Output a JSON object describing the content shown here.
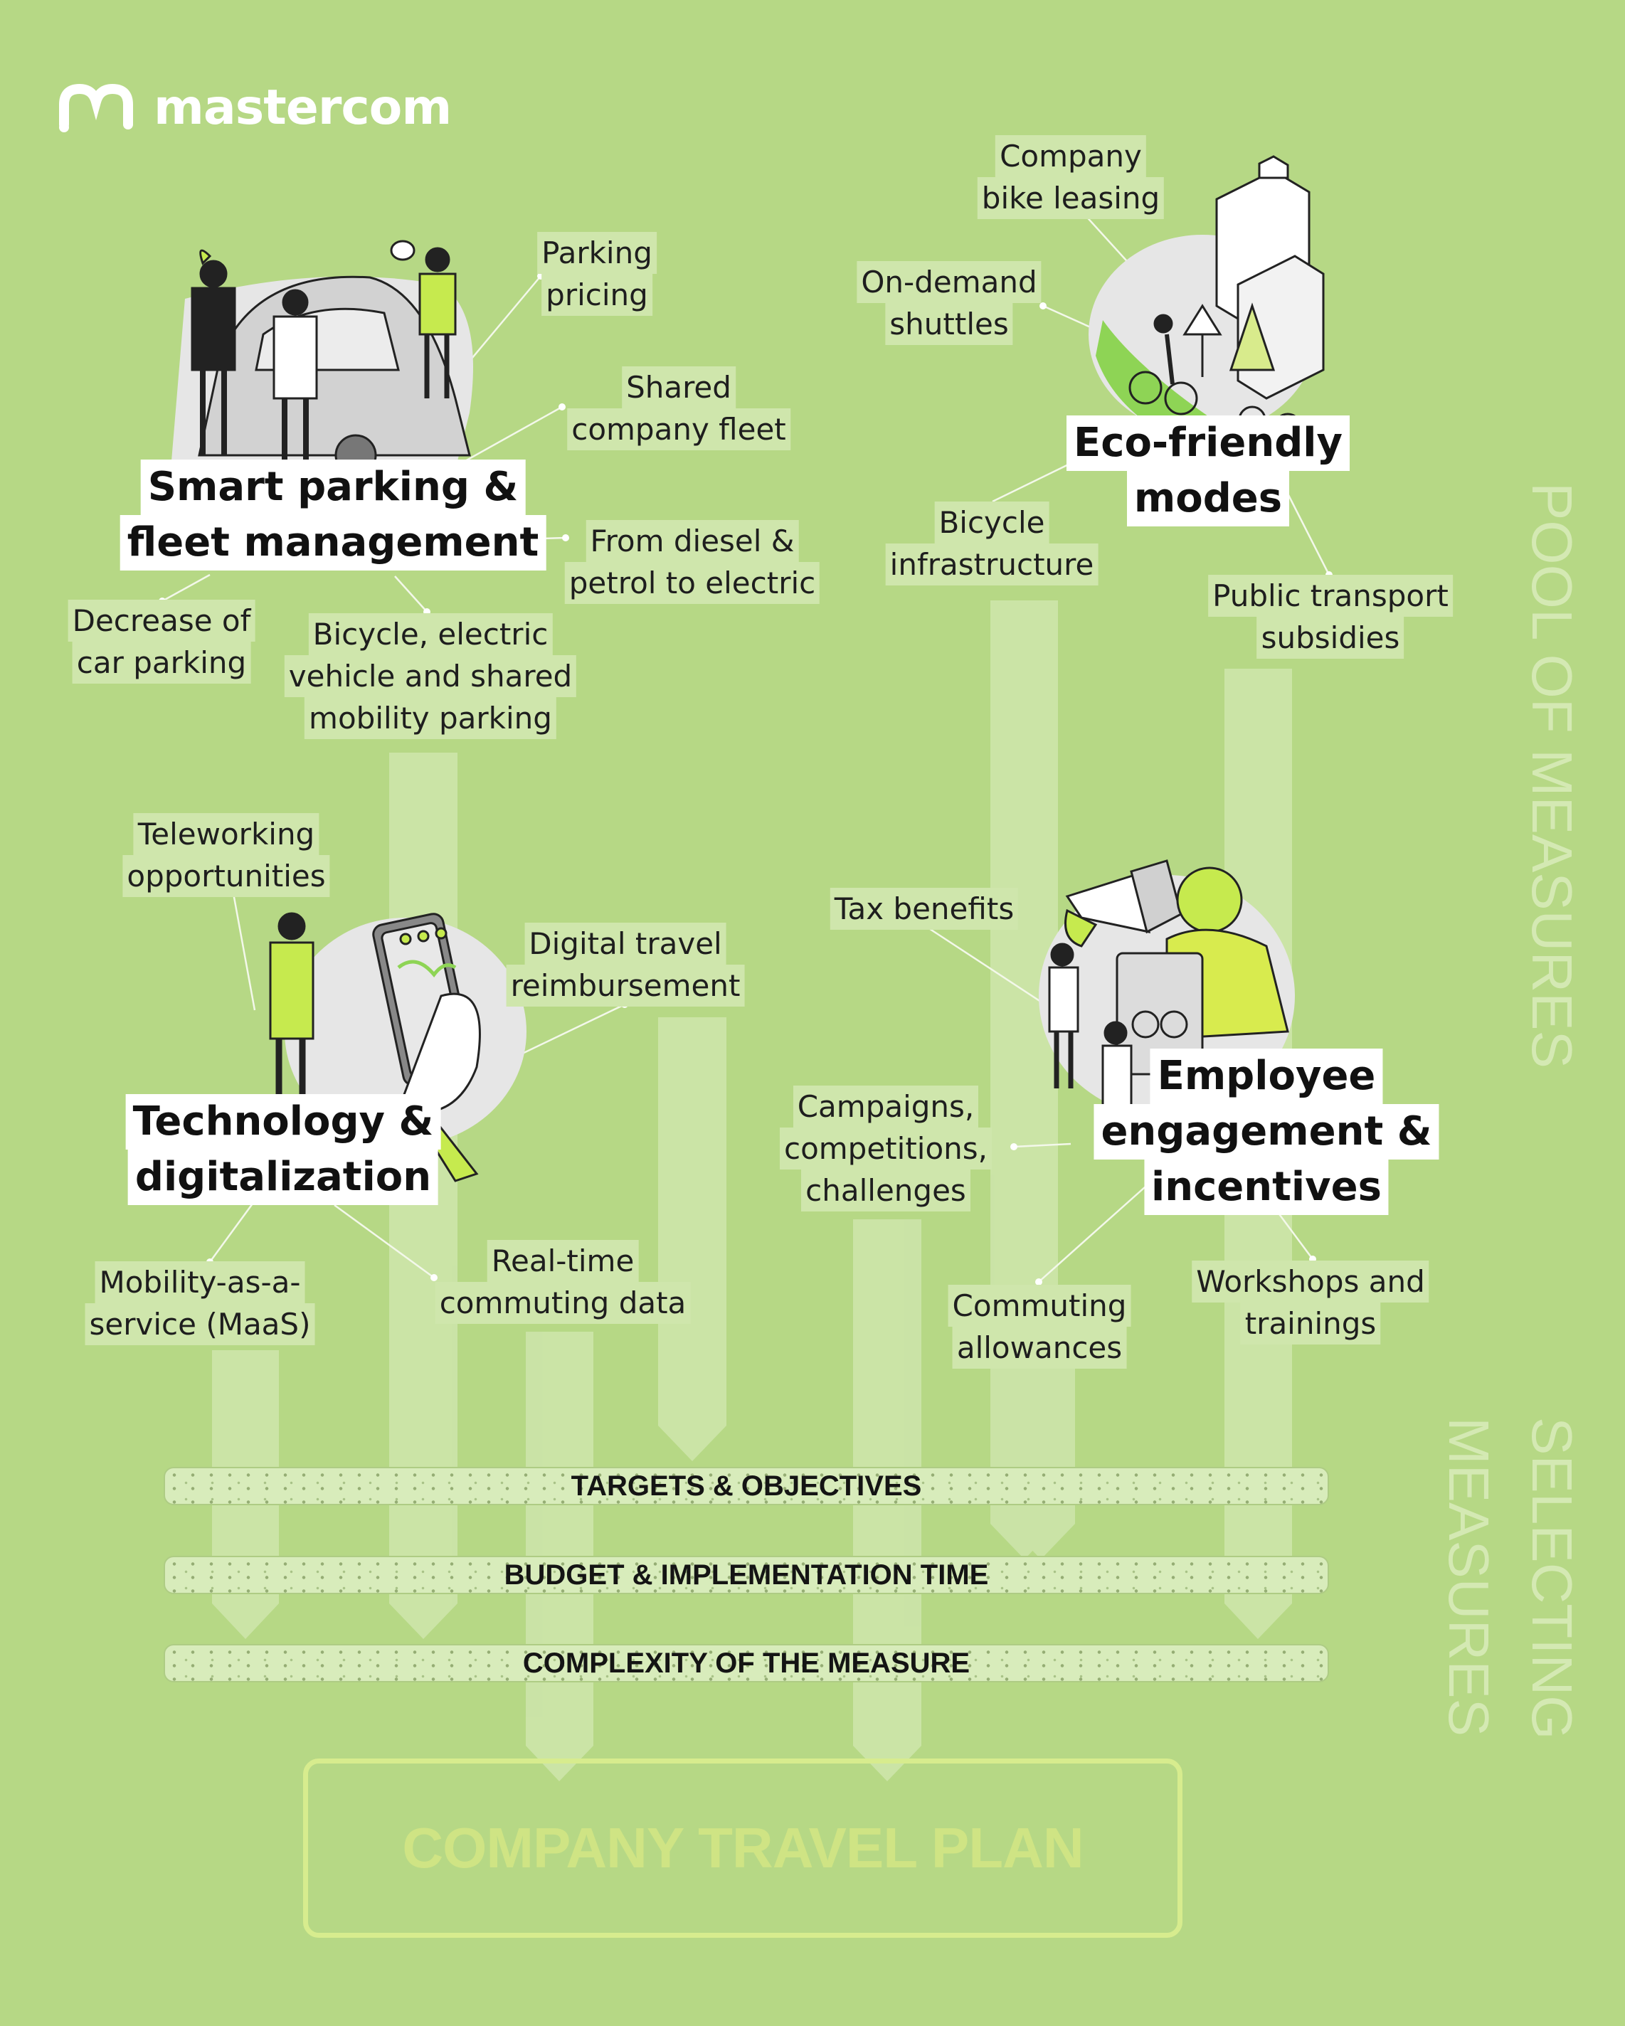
{
  "brand": {
    "name": "mastercom",
    "logo": "mastercom-m-logo",
    "color": "#ffffff"
  },
  "colors": {
    "background": "#b6d885",
    "label_bg": "#cfe6ac",
    "hub_bg": "#ffffff",
    "arrow": "#cde5aa",
    "plan_border": "#d7ec8e"
  },
  "side_labels": {
    "pool": "POOL OF MEASURES",
    "selecting_1": "SELECTING",
    "selecting_2": "MEASURES"
  },
  "hubs": {
    "parking": [
      "Smart parking &",
      "fleet management"
    ],
    "eco": [
      "Eco-friendly",
      "modes"
    ],
    "tech": [
      "Technology &",
      "digitalization"
    ],
    "employee": [
      "Employee",
      "engagement &",
      "incentives"
    ]
  },
  "measures": {
    "parking_pricing": [
      "Parking",
      "pricing"
    ],
    "shared_fleet": [
      "Shared",
      "company fleet"
    ],
    "diesel_electric": [
      "From diesel &",
      "petrol to electric"
    ],
    "decrease_parking": [
      "Decrease of",
      "car parking"
    ],
    "bicycle_parking": [
      "Bicycle, electric",
      "vehicle and shared",
      "mobility parking"
    ],
    "bike_leasing": [
      "Company",
      "bike leasing"
    ],
    "shuttles": [
      "On-demand",
      "shuttles"
    ],
    "bicycle_infra": [
      "Bicycle",
      "infrastructure"
    ],
    "public_transport": [
      "Public transport",
      "subsidies"
    ],
    "teleworking": [
      "Teleworking",
      "opportunities"
    ],
    "digital_reimb": [
      "Digital travel",
      "reimbursement"
    ],
    "maas": [
      "Mobility-as-a-",
      "service (MaaS)"
    ],
    "realtime": [
      "Real-time",
      "commuting data"
    ],
    "tax": [
      "Tax benefits"
    ],
    "campaigns": [
      "Campaigns,",
      "competitions,",
      "challenges"
    ],
    "allowances": [
      "Commuting",
      "allowances"
    ],
    "workshops": [
      "Workshops and",
      "trainings"
    ]
  },
  "filters": [
    "TARGETS & OBJECTIVES",
    "BUDGET & IMPLEMENTATION TIME",
    "COMPLEXITY OF THE MEASURE"
  ],
  "result": "COMPANY TRAVEL PLAN",
  "icons": [
    "car-with-people-illustration",
    "city-bike-illustration",
    "smartphone-app-illustration",
    "megaphone-team-illustration"
  ]
}
